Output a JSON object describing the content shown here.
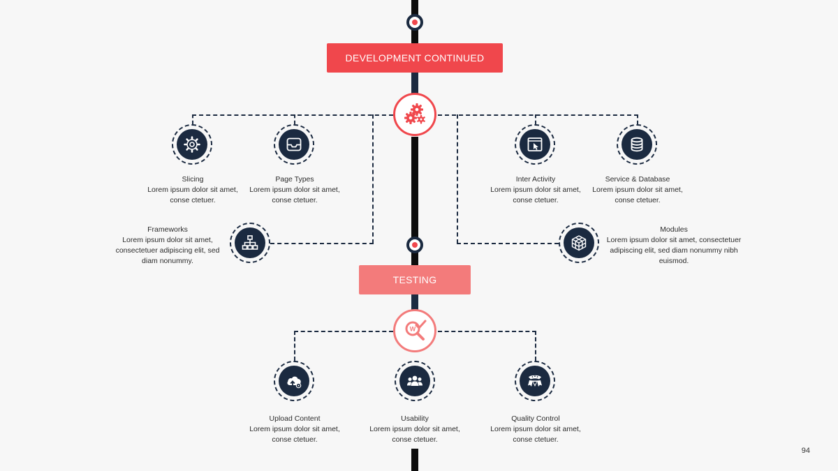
{
  "colors": {
    "background": "#f7f7f7",
    "navy": "#1b2a40",
    "red": "#f0474c",
    "salmon": "#f37b7b"
  },
  "sections": {
    "development": {
      "title": "DEVELOPMENT CONTINUED",
      "hub_icon": "gears-icon",
      "items": [
        {
          "title": "Slicing",
          "desc": "Lorem ipsum dolor sit amet,\nconse ctetuer.",
          "icon": "gear-icon"
        },
        {
          "title": "Page Types",
          "desc": "Lorem ipsum dolor sit amet,\nconse ctetuer.",
          "icon": "inbox-tray-icon"
        },
        {
          "title": "Inter Activity",
          "desc": "Lorem ipsum dolor sit amet,\nconse ctetuer.",
          "icon": "window-cursor-icon"
        },
        {
          "title": "Service & Database",
          "desc": "Lorem ipsum dolor sit amet,\nconse ctetuer.",
          "icon": "database-icon"
        },
        {
          "title": "Frameworks",
          "desc": "Lorem ipsum dolor sit amet,\nconsectetuer adipiscing elit, sed\ndiam nonummy.",
          "icon": "sitemap-icon"
        },
        {
          "title": "Modules",
          "desc": "Lorem ipsum dolor sit amet, consectetuer\nadipiscing elit, sed diam nonummy nibh\neuismod.",
          "icon": "cube-icon"
        }
      ]
    },
    "testing": {
      "title": "TESTING",
      "hub_icon": "web-check-magnifier-icon",
      "items": [
        {
          "title": "Upload Content",
          "desc": "Lorem ipsum dolor sit amet,\nconse ctetuer.",
          "icon": "cloud-upload-icon"
        },
        {
          "title": "Usability",
          "desc": "Lorem ipsum dolor sit amet,\nconse ctetuer.",
          "icon": "users-group-icon"
        },
        {
          "title": "Quality Control",
          "desc": "Lorem ipsum dolor sit amet,\nconse ctetuer.",
          "icon": "quality-badge-icon"
        }
      ]
    }
  },
  "page_number": "94"
}
